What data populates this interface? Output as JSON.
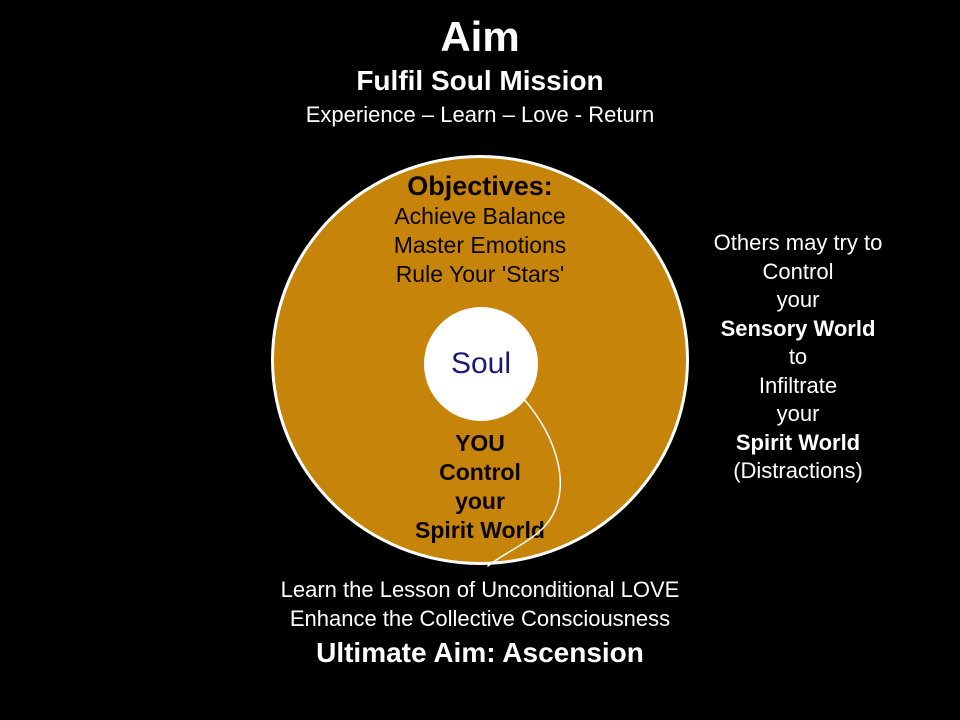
{
  "colors": {
    "background": "#000000",
    "circle_fill": "#C6850A",
    "circle_border": "#FFFFFF",
    "circle_text": "#0A0400",
    "soul_text": "#1B1B75",
    "main_text": "#FFFFFF"
  },
  "header": {
    "title": "Aim",
    "subtitle": "Fulfil Soul Mission",
    "tagline": "Experience – Learn – Love - Return"
  },
  "circle": {
    "heading": "Objectives:",
    "objectives": [
      "Achieve Balance",
      "Master Emotions",
      "Rule Your 'Stars'"
    ],
    "soul_label": "Soul",
    "you_lines": [
      "YOU",
      "Control",
      "your",
      "Spirit World"
    ]
  },
  "right_note": {
    "lines": [
      "Others may try to",
      "Control",
      "your",
      "Sensory World",
      "to",
      "Infiltrate",
      "your",
      "Spirit World",
      "(Distractions)"
    ]
  },
  "footer": {
    "lines": [
      "Learn the Lesson of Unconditional LOVE",
      "Enhance the Collective Consciousness",
      "Ultimate Aim: Ascension"
    ]
  }
}
